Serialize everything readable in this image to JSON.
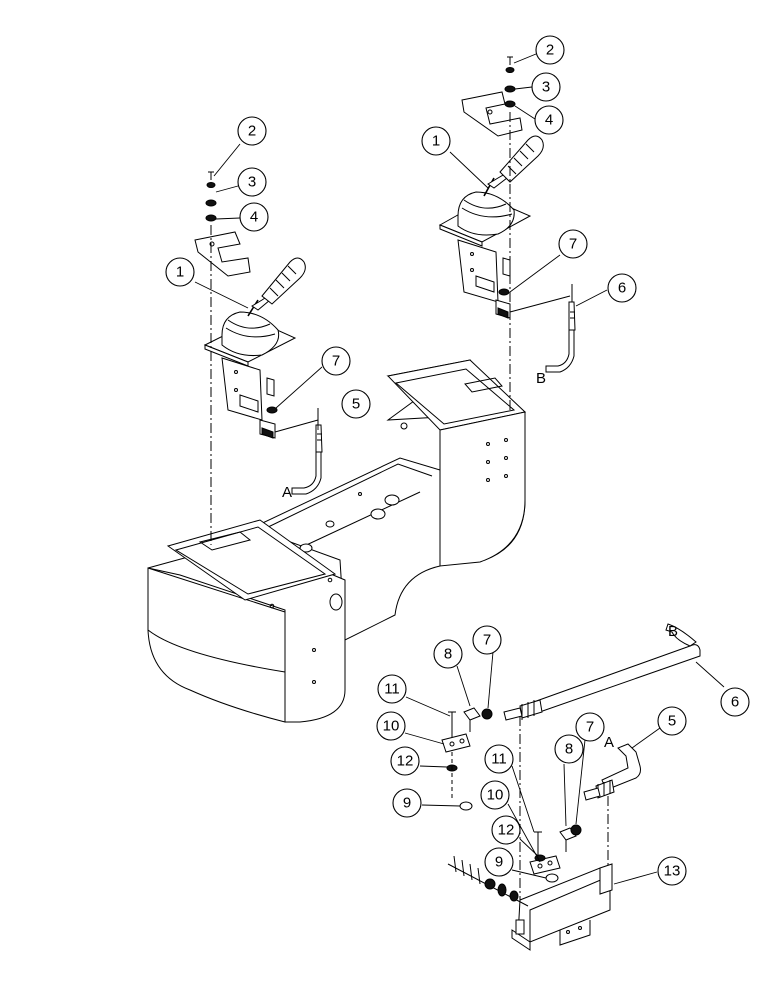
{
  "callouts": [
    "2",
    "3",
    "4",
    "1",
    "7",
    "6",
    "2",
    "3",
    "4",
    "1",
    "7",
    "5",
    "8",
    "7",
    "11",
    "10",
    "12",
    "9",
    "6",
    "5",
    "7",
    "8",
    "11",
    "10",
    "12",
    "9",
    "13"
  ],
  "cable_ends": [
    "A",
    "B",
    "B",
    "A"
  ]
}
